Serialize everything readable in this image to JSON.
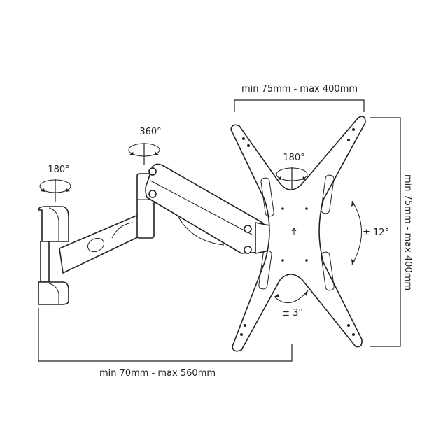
{
  "dimensions": {
    "plate_width": "min 75mm - max 400mm",
    "plate_height": "min 75mm - max 400mm",
    "arm_extension": "min 70mm - max 560mm"
  },
  "rotations": {
    "wall_swivel": "180°",
    "arm_swivel": "360°",
    "head_swivel": "180°",
    "tilt": "± 12°",
    "level": "± 3°"
  }
}
